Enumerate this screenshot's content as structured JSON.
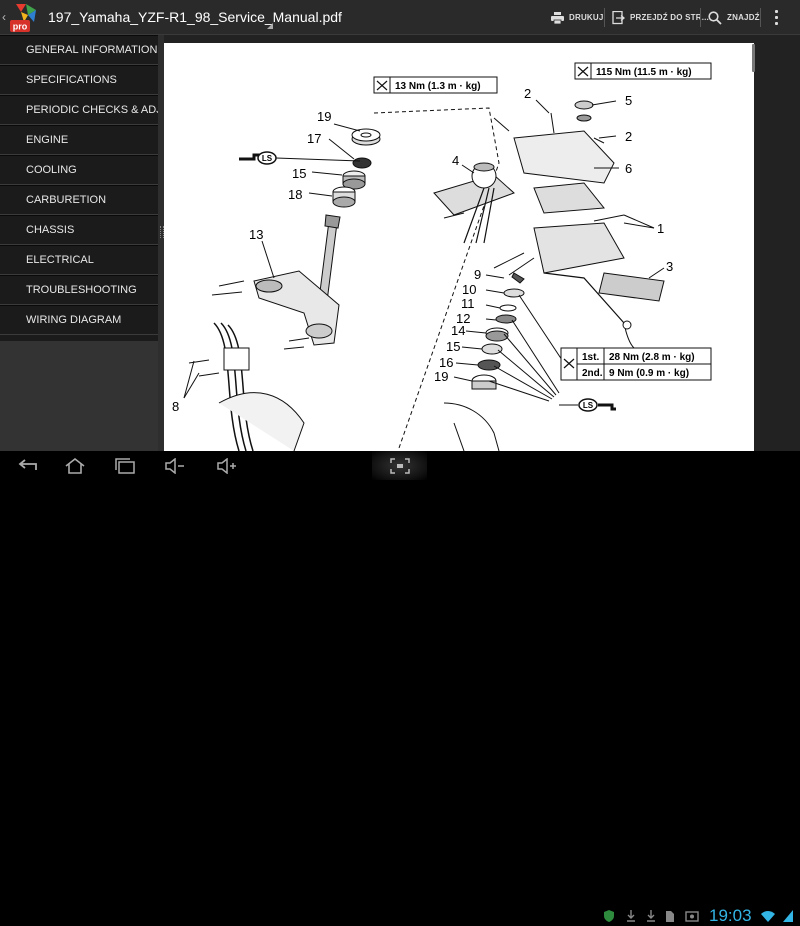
{
  "document": {
    "title": "197_Yamaha_YZF-R1_98_Service_Manual.pdf"
  },
  "app": {
    "logo_text": "pro"
  },
  "toolbar": {
    "print_label": "DRUKUJ",
    "goto_label": "PRZEJDŹ DO STR...",
    "find_label": "ZNAJDŹ"
  },
  "sidebar": {
    "items": [
      {
        "label": "GENERAL INFORMATION"
      },
      {
        "label": "SPECIFICATIONS"
      },
      {
        "label": "PERIODIC CHECKS & ADJUST"
      },
      {
        "label": "ENGINE"
      },
      {
        "label": "COOLING"
      },
      {
        "label": "CARBURETION"
      },
      {
        "label": "CHASSIS"
      },
      {
        "label": "ELECTRICAL"
      },
      {
        "label": "TROUBLESHOOTING"
      },
      {
        "label": "WIRING DIAGRAM"
      }
    ]
  },
  "diagram": {
    "torque_top_left": "13 Nm (1.3 m · kg)",
    "torque_top_right": "115 Nm (11.5 m · kg)",
    "torque_first_label": "1st.",
    "torque_first_value": "28 Nm (2.8 m · kg)",
    "torque_second_label": "2nd.",
    "torque_second_value": "9 Nm (0.9 m · kg)",
    "ls_label": "LS",
    "callouts": {
      "c19a": "19",
      "c17": "17",
      "c15a": "15",
      "c18": "18",
      "c13": "13",
      "c8": "8",
      "c2a": "2",
      "c5": "5",
      "c2b": "2",
      "c4": "4",
      "c6": "6",
      "c1": "1",
      "c3": "3",
      "c9": "9",
      "c10": "10",
      "c11": "11",
      "c12": "12",
      "c14": "14",
      "c15b": "15",
      "c16": "16",
      "c19b": "19"
    }
  },
  "status": {
    "clock": "19:03"
  },
  "colors": {
    "accent": "#33b5e5",
    "actionbar": "#2a2a2a",
    "sidebar": "#1b1b1b"
  }
}
